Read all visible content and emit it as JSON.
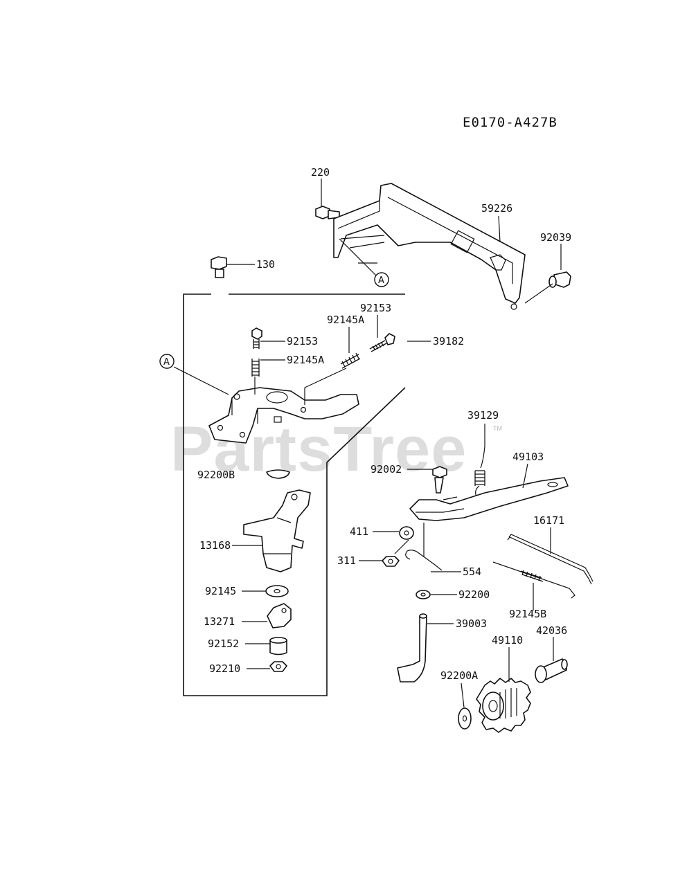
{
  "diagram": {
    "code": "E0170-A427B",
    "watermark": "PartsTree",
    "trademark": "TM",
    "ref_a": "A",
    "labels": {
      "p220": "220",
      "p59226": "59226",
      "p92039": "92039",
      "p130": "130",
      "p92153_top": "92153",
      "p92145A_top": "92145A",
      "p92153": "92153",
      "p92145A": "92145A",
      "p39182": "39182",
      "p92200B": "92200B",
      "p13168": "13168",
      "p92145": "92145",
      "p13271": "13271",
      "p92152": "92152",
      "p92210": "92210",
      "p39129": "39129",
      "p49103": "49103",
      "p92002": "92002",
      "p16171": "16171",
      "p411": "411",
      "p311": "311",
      "p554": "554",
      "p92200": "92200",
      "p39003": "39003",
      "p92145B": "92145B",
      "p49110": "49110",
      "p42036": "42036",
      "p92200A": "92200A"
    }
  }
}
